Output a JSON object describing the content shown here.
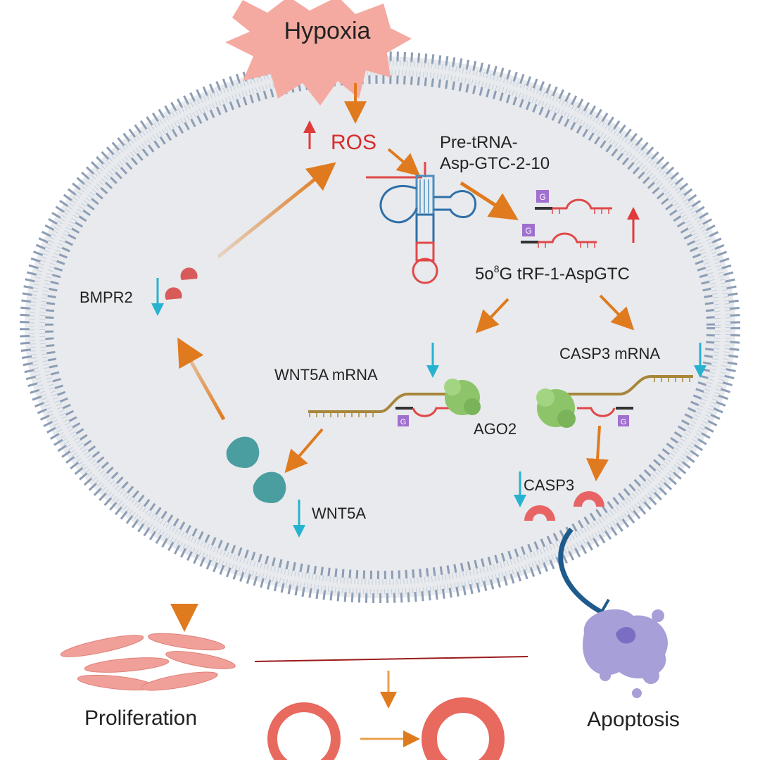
{
  "labels": {
    "hypoxia": "Hypoxia",
    "ros": "ROS",
    "pre_trna_line1": "Pre-tRNA-",
    "pre_trna_line2": "Asp-GTC-2-10",
    "trf_prefix": "5o",
    "trf_sup": "8",
    "trf_suffix": "G tRF-1-AspGTC",
    "bmpr2": "BMPR2",
    "wnt5a_mrna": "WNT5A mRNA",
    "casp3_mrna": "CASP3 mRNA",
    "ago2": "AGO2",
    "wnt5a": "WNT5A",
    "casp3": "CASP3",
    "proliferation": "Proliferation",
    "apoptosis": "Apoptosis",
    "g_tag": "G"
  },
  "colors": {
    "cell_fill": "#e8eaed",
    "membrane_head": "#8c9db5",
    "membrane_tail": "#bcc8d8",
    "arrow_orange": "#e07a1f",
    "up_red": "#e03a3a",
    "down_cyan": "#27b3cf",
    "ros_red": "#d92b2b",
    "starburst": "#f4aaa0",
    "mrna": "#a8863a",
    "trf_red": "#e04848",
    "ago2_green": "#8dc46a",
    "wnt5a_teal": "#4b9ea0",
    "casp3_pink": "#e86464",
    "bmpr2_pink": "#d95a5a",
    "inhibit_blue": "#1e5b8c",
    "apoptosis_purple": "#a79fd8",
    "vessel": "#e8695e"
  },
  "icons": [
    "starburst-icon",
    "trna-icon",
    "ribosome-icon",
    "protein-icon",
    "cell-icon",
    "vessel-icon"
  ]
}
